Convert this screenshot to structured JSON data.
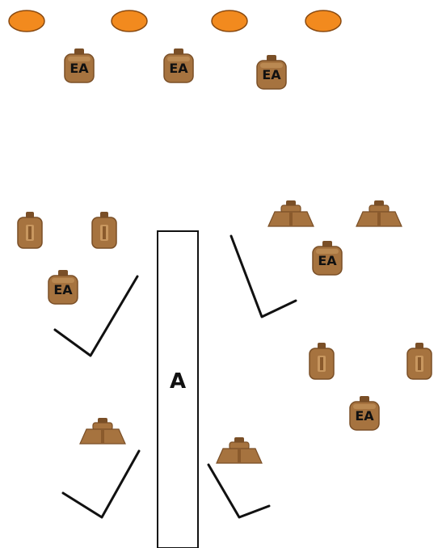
{
  "colors": {
    "cone": "#f28a1e",
    "cone_stroke": "#8a4a10",
    "target": "#a6733f",
    "target_dark": "#7a4f27",
    "target_light": "#c8975f",
    "line": "#111111"
  },
  "markers": {
    "cones": [
      "cone",
      "cone",
      "cone",
      "cone"
    ],
    "ea_target_label": "EA",
    "building_label": "A"
  },
  "icons": {
    "cone": "orange-cone-icon",
    "ea_target": "ea-target-icon",
    "upright_target": "upright-target-icon",
    "crouch_target": "crouch-target-icon",
    "barricade": "v-barricade-icon"
  }
}
